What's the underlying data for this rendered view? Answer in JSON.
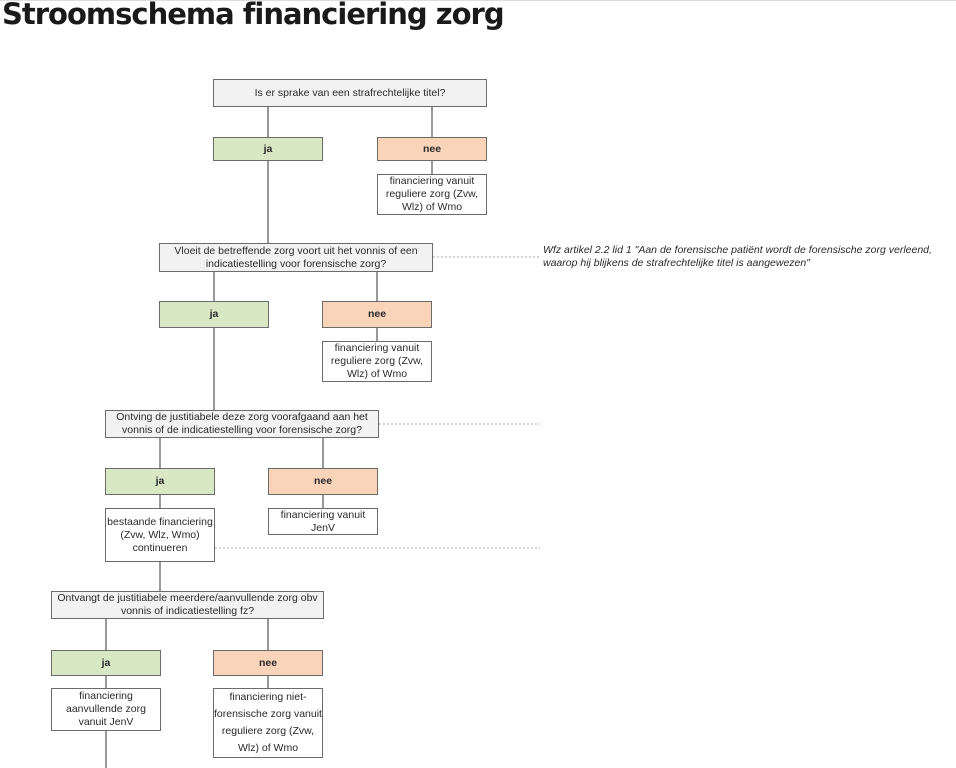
{
  "page": {
    "title": "Stroomschema financiering zorg"
  },
  "diagram": {
    "q1": "Is er sprake van een strafrechtelijke titel?",
    "q1_yes": "ja",
    "q1_no": "nee",
    "q1_no_result": "financiering vanuit reguliere zorg (Zvw, Wlz) of Wmo",
    "q2": "Vloeit de betreffende zorg voort uit het vonnis of een indicatiestelling voor forensische zorg?",
    "q2_yes": "ja",
    "q2_no": "nee",
    "q2_no_result": "financiering vanuit reguliere zorg (Zvw, Wlz) of Wmo",
    "q2_note": "Wfz artikel 2.2 lid 1 \"Aan de forensische patiënt wordt de forensische zorg verleend, waarop hij blijkens de strafrechtelijke titel is aangewezen\"",
    "q3": "Ontving de justitiabele deze zorg voorafgaand aan het vonnis of de indicatiestelling voor forensische zorg?",
    "q3_yes": "ja",
    "q3_no": "nee",
    "q3_yes_result": "bestaande financiering (Zvw, Wlz, Wmo) continueren",
    "q3_no_result": "financiering vanuit JenV",
    "q4": "Ontvangt de justitiabele meerdere/aanvullende zorg obv vonnis of indicatiestelling fz?",
    "q4_yes": "ja",
    "q4_no": "nee",
    "q4_yes_result": "financiering aanvullende zorg vanuit JenV",
    "q4_no_result": "financiering niet-forensische zorg vanuit reguliere zorg (Zvw, Wlz) of Wmo"
  }
}
